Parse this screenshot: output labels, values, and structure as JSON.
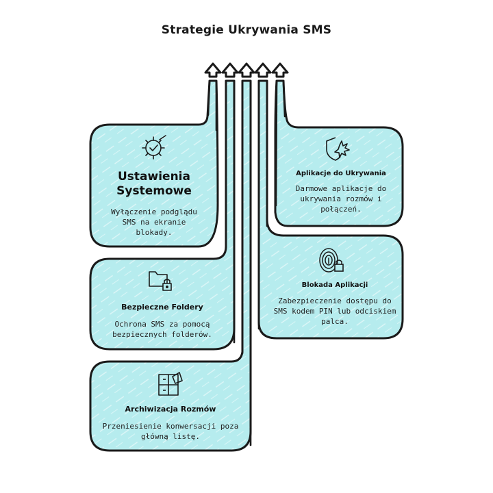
{
  "title": "Strategie Ukrywania SMS",
  "colors": {
    "card_fill": "#b6ecee",
    "stroke": "#1a1a1a",
    "background": "#ffffff"
  },
  "cards": [
    {
      "id": "system",
      "icon": "gear-check-icon",
      "heading": "Ustawienia Systemowe",
      "description": "Wyłączenie podglądu SMS na ekranie blokady."
    },
    {
      "id": "folders",
      "icon": "folder-lock-icon",
      "heading": "Bezpieczne Foldery",
      "description": "Ochrona SMS za pomocą bezpiecznych folderów."
    },
    {
      "id": "archive",
      "icon": "archive-icon",
      "heading": "Archiwizacja Rozmów",
      "description": "Przeniesienie konwersacji poza główną listę."
    },
    {
      "id": "hide-apps",
      "icon": "shield-burst-icon",
      "heading": "Aplikacje do Ukrywania",
      "description": "Darmowe aplikacje do ukrywania rozmów i połączeń."
    },
    {
      "id": "app-lock",
      "icon": "fingerprint-lock-icon",
      "heading": "Blokada Aplikacji",
      "description": "Zabezpieczenie dostępu do SMS kodem PIN lub odciskiem palca."
    }
  ]
}
